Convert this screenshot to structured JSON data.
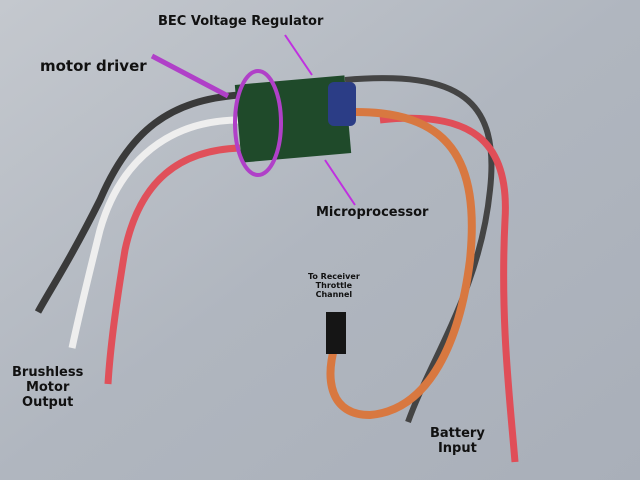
{
  "labels": {
    "bec": "BEC Voltage Regulator",
    "motor_driver": "motor driver",
    "microprocessor": "Microprocessor",
    "receiver": [
      "To Receiver",
      "Throttle",
      "Channel"
    ],
    "motor_output": [
      "Brushless",
      "Motor",
      "Output"
    ],
    "battery": [
      "Battery",
      "Input"
    ]
  },
  "colors": {
    "annotation": "#b040c8",
    "background": "#b7bcc4",
    "board": "#1f4a2a"
  }
}
